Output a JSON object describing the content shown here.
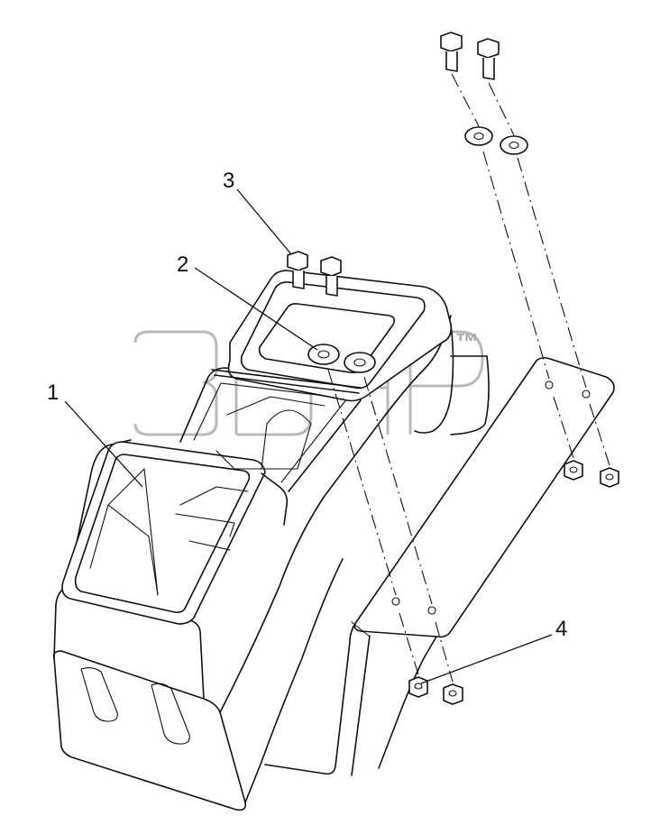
{
  "diagram": {
    "callouts": [
      {
        "id": "1",
        "label": "1"
      },
      {
        "id": "2",
        "label": "2"
      },
      {
        "id": "3",
        "label": "3"
      },
      {
        "id": "4",
        "label": "4"
      }
    ],
    "watermark": {
      "mark": "™"
    }
  }
}
